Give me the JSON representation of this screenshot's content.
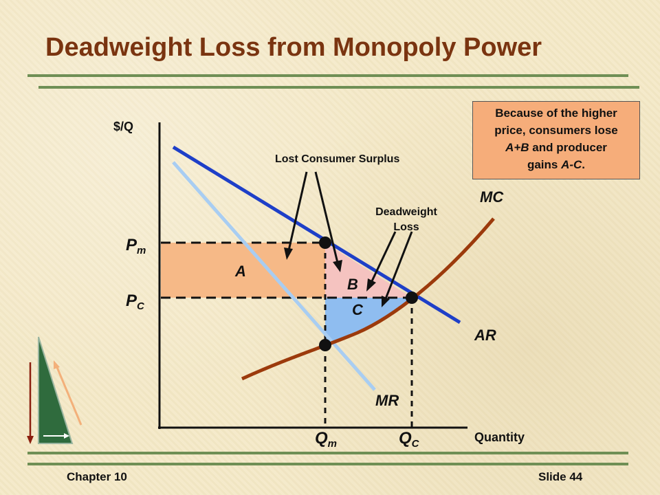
{
  "slide": {
    "title": "Deadweight Loss from Monopoly Power",
    "footer_left": "Chapter 10",
    "footer_right": "Slide 44"
  },
  "note": {
    "line1": "Because of the higher",
    "line2": "price, consumers lose",
    "line3_a": "A+B",
    "line3_b": " and producer",
    "line4_a": "gains ",
    "line4_b": "A-C",
    "line4_c": "."
  },
  "diagram": {
    "y_axis_label": "$/Q",
    "x_axis_label": "Quantity",
    "price_monopoly": {
      "main": "P",
      "sub": "m"
    },
    "price_competitive": {
      "main": "P",
      "sub": "C"
    },
    "qty_monopoly": {
      "main": "Q",
      "sub": "m"
    },
    "qty_competitive": {
      "main": "Q",
      "sub": "C"
    },
    "curve_mc": "MC",
    "curve_ar": "AR",
    "curve_mr": "MR",
    "region_a": "A",
    "region_b": "B",
    "region_c": "C",
    "annotation_lost_cs": "Lost Consumer Surplus",
    "annotation_dwl_1": "Deadweight",
    "annotation_dwl_2": "Loss"
  },
  "colors": {
    "title": "#7a3410",
    "ar_line": "#1e3fc8",
    "mr_line": "#a8cdf2",
    "mc_curve": "#9c3a0c",
    "region_a": "#f6b987",
    "region_b": "#f5c3c0",
    "region_c": "#8fbdf0",
    "note_box": "#f6ad7a",
    "rule": "#6f8f55"
  }
}
